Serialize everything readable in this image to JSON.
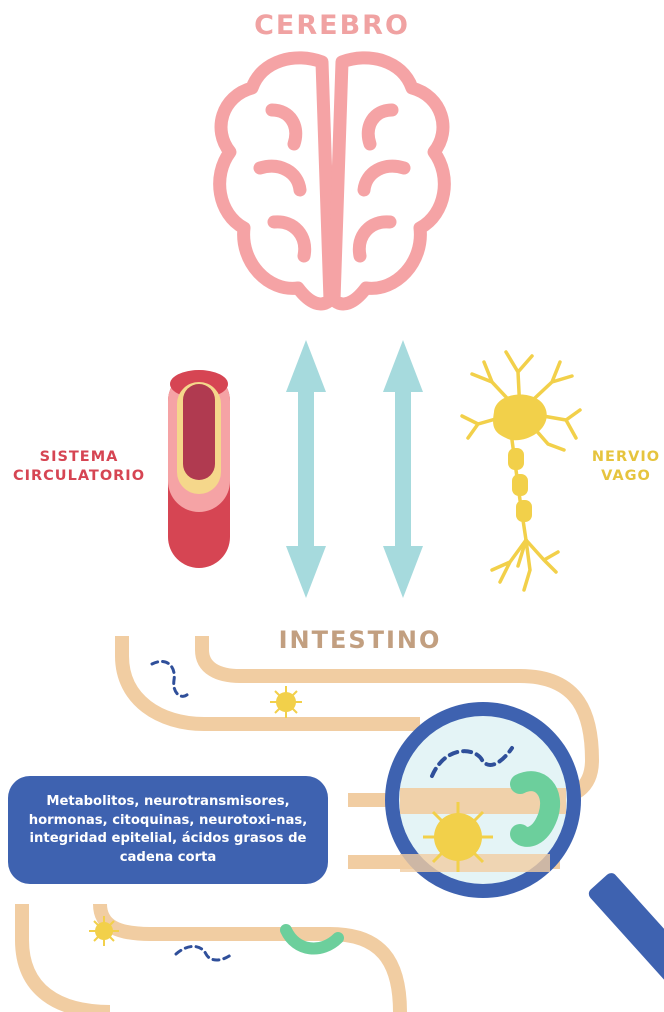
{
  "nodes": {
    "brain": {
      "label": "CEREBRO"
    },
    "circulatory": {
      "label": "SISTEMA\nCIRCULATORIO"
    },
    "vagus": {
      "label": "NERVIO\nVAGO"
    },
    "gut": {
      "label": "INTESTINO"
    }
  },
  "callout": {
    "text": "Metabolitos, neurotransmisores, hormonas, citoquinas, neurotoxi-nas, integridad epitelial, ácidos grasos de cadena corta"
  },
  "colors": {
    "brain": "#f5a3a5",
    "circulatory": "#d64553",
    "vagus": "#f2d04a",
    "arrows": "#a6dadd",
    "gut": "#f1cda2",
    "callout": "#3e62b0"
  }
}
